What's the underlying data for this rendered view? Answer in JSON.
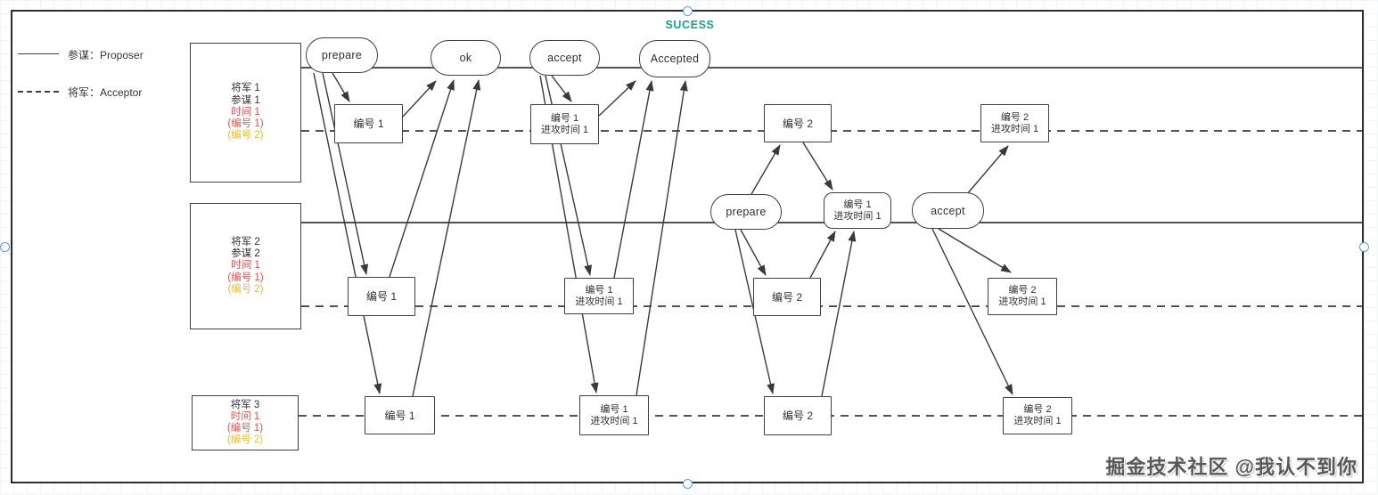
{
  "title": {
    "text": "SUCESS",
    "color": "#17a38c"
  },
  "legend": [
    {
      "style": "solid",
      "label": "参谋：Proposer"
    },
    {
      "style": "dashed",
      "label": "将军：Acceptor"
    }
  ],
  "watermark": "掘金技术社区 @我认不到你",
  "colors": {
    "line": "#3a3a3a",
    "red": "#e35353",
    "yellow": "#e3c230",
    "teal": "#17a38c",
    "handle": "#5c9ce6"
  },
  "diagram": {
    "generals": [
      {
        "id": "g1",
        "lines": [
          {
            "text": "将军 1",
            "color": "#303030"
          },
          {
            "text": "参谋 1",
            "color": "#303030"
          },
          {
            "text": "时间 1",
            "color": "#e35353"
          },
          {
            "text": "(编号 1)",
            "color": "#e35353"
          },
          {
            "text": "(编号 2)",
            "color": "#e3c230"
          }
        ]
      },
      {
        "id": "g2",
        "lines": [
          {
            "text": "将军 2",
            "color": "#303030"
          },
          {
            "text": "参谋 2",
            "color": "#303030"
          },
          {
            "text": "时间 1",
            "color": "#e35353"
          },
          {
            "text": "(编号 1)",
            "color": "#e35353"
          },
          {
            "text": "(编号 2)",
            "color": "#e3c230"
          }
        ]
      },
      {
        "id": "g3",
        "lines": [
          {
            "text": "将军 3",
            "color": "#303030"
          },
          {
            "text": "时间 1",
            "color": "#e35353"
          },
          {
            "text": "(编号 1)",
            "color": "#e35353"
          },
          {
            "text": "(编号 2)",
            "color": "#e3c230"
          }
        ]
      }
    ],
    "nodes": [
      {
        "id": "prepare1",
        "shape": "stadium",
        "label": "prepare"
      },
      {
        "id": "ok1",
        "shape": "stadium",
        "label": "ok"
      },
      {
        "id": "accept1",
        "shape": "stadium",
        "label": "accept"
      },
      {
        "id": "accepted1",
        "shape": "stadium",
        "label": "Accepted"
      },
      {
        "id": "n1g1",
        "shape": "rect",
        "label": "编号 1"
      },
      {
        "id": "n1t1g1",
        "shape": "rect",
        "label": "编号 1",
        "label2": "进攻时间 1"
      },
      {
        "id": "n2g1",
        "shape": "rect",
        "label": "编号 2"
      },
      {
        "id": "n2t1g1",
        "shape": "rect",
        "label": "编号 2",
        "label2": "进攻时间 1"
      },
      {
        "id": "prepare2",
        "shape": "stadium",
        "label": "prepare"
      },
      {
        "id": "okval2",
        "shape": "round",
        "label": "编号 1",
        "label2": "进攻时间 1"
      },
      {
        "id": "accept2",
        "shape": "stadium",
        "label": "accept"
      },
      {
        "id": "n1g2",
        "shape": "rect",
        "label": "编号 1"
      },
      {
        "id": "n1t1g2",
        "shape": "rect",
        "label": "编号 1",
        "label2": "进攻时间 1"
      },
      {
        "id": "n2g2",
        "shape": "rect",
        "label": "编号 2"
      },
      {
        "id": "n2t1g2",
        "shape": "rect",
        "label": "编号 2",
        "label2": "进攻时间 1"
      },
      {
        "id": "n1g3",
        "shape": "rect",
        "label": "编号 1"
      },
      {
        "id": "n1t1g3",
        "shape": "rect",
        "label": "编号 1",
        "label2": "进攻时间 1"
      },
      {
        "id": "n2g3",
        "shape": "rect",
        "label": "编号 2"
      },
      {
        "id": "n2t1g3",
        "shape": "rect",
        "label": "编号 2",
        "label2": "进攻时间 1"
      }
    ],
    "edges": [
      {
        "from": "prepare1",
        "to": "n1g1"
      },
      {
        "from": "prepare1",
        "to": "n1g2"
      },
      {
        "from": "prepare1",
        "to": "n1g3"
      },
      {
        "from": "n1g1",
        "to": "ok1"
      },
      {
        "from": "n1g2",
        "to": "ok1"
      },
      {
        "from": "n1g3",
        "to": "ok1"
      },
      {
        "from": "accept1",
        "to": "n1t1g1"
      },
      {
        "from": "accept1",
        "to": "n1t1g2"
      },
      {
        "from": "accept1",
        "to": "n1t1g3"
      },
      {
        "from": "n1t1g1",
        "to": "accepted1"
      },
      {
        "from": "n1t1g2",
        "to": "accepted1"
      },
      {
        "from": "n1t1g3",
        "to": "accepted1"
      },
      {
        "from": "prepare2",
        "to": "n2g1"
      },
      {
        "from": "prepare2",
        "to": "n2g2"
      },
      {
        "from": "prepare2",
        "to": "n2g3"
      },
      {
        "from": "n2g1",
        "to": "okval2"
      },
      {
        "from": "n2g2",
        "to": "okval2"
      },
      {
        "from": "n2g3",
        "to": "okval2"
      },
      {
        "from": "accept2",
        "to": "n2t1g1"
      },
      {
        "from": "accept2",
        "to": "n2t1g2"
      },
      {
        "from": "accept2",
        "to": "n2t1g3"
      }
    ]
  }
}
